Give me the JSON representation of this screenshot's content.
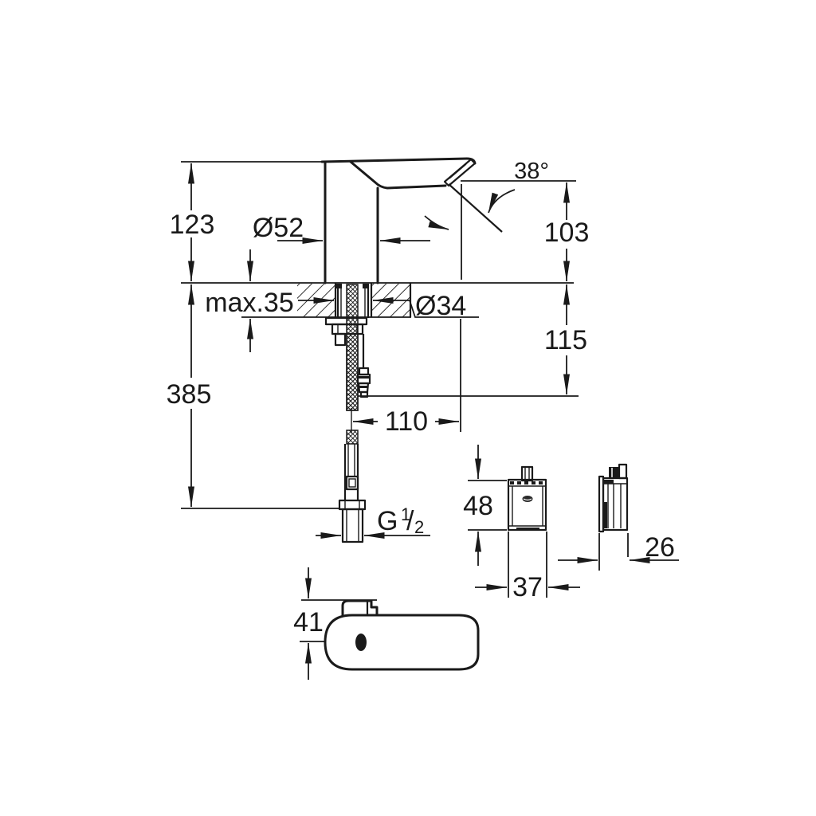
{
  "drawing": {
    "type": "technical-dimension-drawing",
    "subject": "infrared sensor basin faucet with below-deck hose and control box",
    "units": "mm",
    "labels": {
      "faucet_height_above_deck": "123",
      "body_diameter": "Ø52",
      "spout_angle": "38°",
      "spout_outlet_height": "103",
      "max_deck_thickness": "max.35",
      "hole_diameter": "Ø34",
      "below_deck_depth": "115",
      "total_height_below_deck": "385",
      "hose_to_line_offset": "110",
      "thread_g": "G",
      "thread_numerator": "1",
      "thread_slash": "/",
      "thread_denominator": "2",
      "control_box_height": "48",
      "control_box_width": "37",
      "control_box_depth": "26",
      "spout_reach_offset": "41"
    },
    "colors": {
      "line": "#1a1a1a",
      "background": "#ffffff"
    }
  }
}
